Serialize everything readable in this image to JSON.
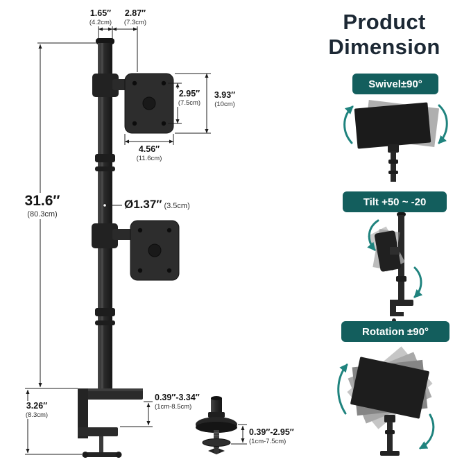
{
  "title": {
    "line1": "Product",
    "line2": "Dimension"
  },
  "dims": {
    "pole_top_width": {
      "inch": "1.65″",
      "cm": "(4.2cm)"
    },
    "arm_offset": {
      "inch": "2.87″",
      "cm": "(7.3cm)"
    },
    "vesa_hole_spacing": {
      "inch": "2.95″",
      "cm": "(7.5cm)"
    },
    "vesa_plate_height": {
      "inch": "3.93″",
      "cm": "(10cm)"
    },
    "vesa_plate_width": {
      "inch": "4.56″",
      "cm": "(11.6cm)"
    },
    "pole_height": {
      "inch": "31.6″",
      "cm": "(80.3cm)"
    },
    "pole_diameter": {
      "inch": "Ø1.37″",
      "cm": "(3.5cm)"
    },
    "clamp_height": {
      "inch": "3.26″",
      "cm": "(8.3cm)"
    },
    "clamp_range": {
      "inch": "0.39″-3.34″",
      "cm": "(1cm-8.5cm)"
    },
    "grommet_range": {
      "inch": "0.39″-2.95″",
      "cm": "(1cm-7.5cm)"
    }
  },
  "features": [
    {
      "label": "Swivel±90°"
    },
    {
      "label": "Tilt +50 ~ -20"
    },
    {
      "label": "Rotation ±90°"
    }
  ],
  "colors": {
    "badge": "#135e5d",
    "arrow": "#1f837e",
    "ink": "#1c1c1c"
  }
}
